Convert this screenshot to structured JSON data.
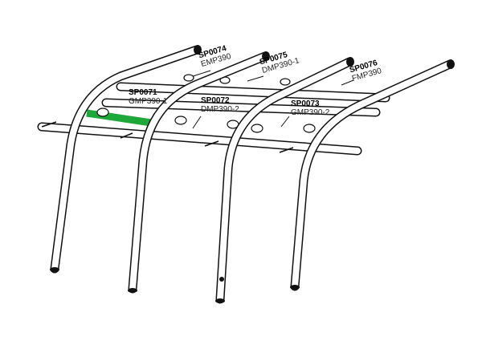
{
  "parts": [
    {
      "code": "SP0071",
      "name": "GMP390-1"
    },
    {
      "code": "SP0072",
      "name": "DMP390-2"
    },
    {
      "code": "SP0073",
      "name": "GMP390-2"
    },
    {
      "code": "SP0074",
      "name": "EMP390"
    },
    {
      "code": "SP0075",
      "name": "DMP390-1"
    },
    {
      "code": "SP0076",
      "name": "FMP390"
    }
  ],
  "colors": {
    "highlight": "#1fa83a",
    "line": "#111111"
  }
}
